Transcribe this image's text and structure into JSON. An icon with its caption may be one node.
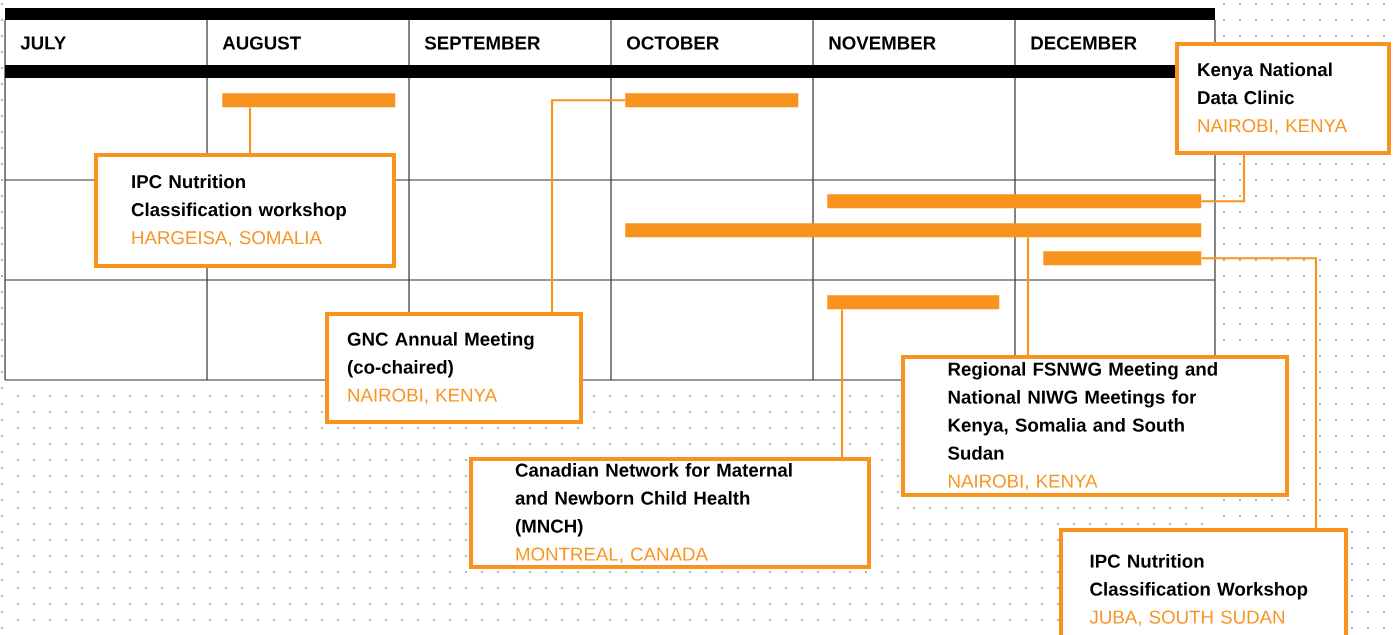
{
  "diagram": {
    "nodes": [
      {
        "text": [],
        "shape": "bar"
      },
      {
        "text": [],
        "shape": "bar"
      },
      {
        "text": [],
        "shape": "bar"
      },
      {
        "text": [],
        "shape": "bar"
      },
      {
        "text": [],
        "shape": "bar"
      },
      {
        "text": [],
        "shape": "bar"
      },
      {
        "text": [
          "Kenya National Data Clinic",
          "NAIROBI, KENYA"
        ]
      },
      {
        "text": [
          "IPC Nutrition Classification workshop",
          "HARGEISA, SOMALIA"
        ]
      },
      {
        "text": [
          "GNC Annual Meeting (co-chaired)",
          "NAIROBI, KENYA"
        ]
      },
      {
        "text": [
          "Regional FSNWG Meeting and National NIWG Meetings for Kenya, Somalia and South Sudan",
          "NAIROBI, KENYA"
        ]
      },
      {
        "text": [
          "Canadian Network for Maternal and Newborn Child Health (MNCH)",
          "MONTREAL, CANADA"
        ]
      },
      {
        "text": [
          "IPC Nutrition Classification Workshop",
          "JUBA, SOUTH SUDAN"
        ]
      }
    ],
    "edges": [
      {
        "from": 0,
        "to": 7,
        "arrow": "none"
      },
      {
        "from": 1,
        "to": 8,
        "arrow": "none"
      },
      {
        "from": 2,
        "to": 6,
        "arrow": "none"
      },
      {
        "from": 3,
        "to": 9,
        "arrow": "none"
      },
      {
        "from": 4,
        "to": 11,
        "arrow": "none"
      },
      {
        "from": 5,
        "to": 10,
        "arrow": "none"
      }
    ],
    "labels": [
      "JULY",
      "AUGUST",
      "SEPTEMBER",
      "OCTOBER",
      "NOVEMBER",
      "DECEMBER"
    ]
  }
}
